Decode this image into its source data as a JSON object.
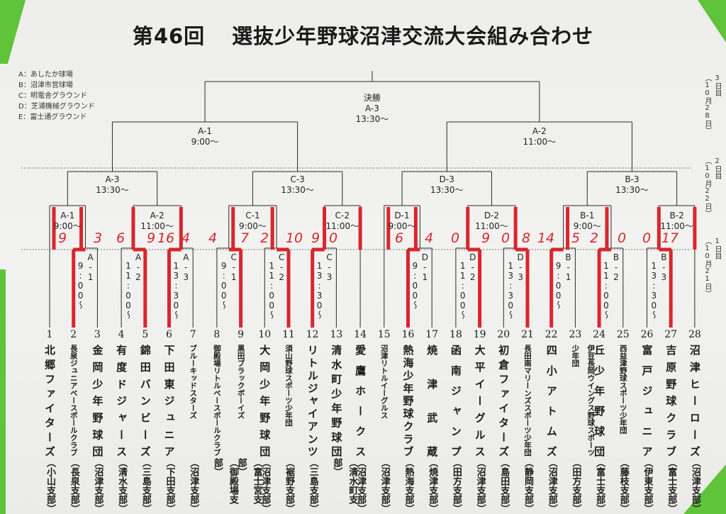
{
  "title": {
    "edition": "第46回",
    "main": "選抜少年野球沼津交流大会組み合わせ"
  },
  "legend": [
    "A：あしたか球場",
    "B：沼津市営球場",
    "C：明電舎グラウンド",
    "D：芝浦機械グラウンド",
    "E：富士通グラウンド"
  ],
  "days": [
    {
      "label": "3日目",
      "date": "（10月28日）"
    },
    {
      "label": "2日目",
      "date": "（10月22日）"
    },
    {
      "label": "1日目",
      "date": "（10月21日）"
    }
  ],
  "final": {
    "name": "決勝",
    "code": "A-3",
    "time": "13:30〜"
  },
  "day3": [
    {
      "code": "A-1",
      "time": "9:00〜"
    },
    {
      "code": "A-2",
      "time": "11:00〜"
    }
  ],
  "day2_round2": [
    {
      "code": "A-3",
      "time": "13:30〜"
    },
    {
      "code": "C-3",
      "time": "13:30〜"
    },
    {
      "code": "D-3",
      "time": "13:30〜"
    },
    {
      "code": "B-3",
      "time": "13:30〜"
    }
  ],
  "day2_round1": [
    {
      "code": "A-1",
      "time": "9:00〜"
    },
    {
      "code": "A-2",
      "time": "11:00〜"
    },
    {
      "code": "C-1",
      "time": "9:00〜"
    },
    {
      "code": "C-2",
      "time": "11:00〜"
    },
    {
      "code": "D-1",
      "time": "9:00〜"
    },
    {
      "code": "D-2",
      "time": "11:00〜"
    },
    {
      "code": "B-1",
      "time": "9:00〜"
    },
    {
      "code": "B-2",
      "time": "11:00〜"
    }
  ],
  "day1": [
    {
      "code": "A-1",
      "time": "9:00〜",
      "teams": [
        2,
        3
      ],
      "winner": 2
    },
    {
      "code": "A-2",
      "time": "11:00〜",
      "teams": [
        4,
        5
      ],
      "winner": 5
    },
    {
      "code": "A-3",
      "time": "13:30〜",
      "teams": [
        6,
        7
      ],
      "winner": 6
    },
    {
      "code": "C-1",
      "time": "9:00〜",
      "teams": [
        8,
        9
      ],
      "winner": 9
    },
    {
      "code": "C-2",
      "time": "11:00〜",
      "teams": [
        10,
        11
      ],
      "winner": 11
    },
    {
      "code": "C-3",
      "time": "13:30〜",
      "teams": [
        12,
        13
      ],
      "winner": 12
    },
    {
      "code": "D-1",
      "time": "9:00〜",
      "teams": [
        16,
        17
      ],
      "winner": 16
    },
    {
      "code": "D-2",
      "time": "11:00〜",
      "teams": [
        18,
        19
      ],
      "winner": 19
    },
    {
      "code": "D-3",
      "time": "13:30〜",
      "teams": [
        20,
        21
      ],
      "winner": 21
    },
    {
      "code": "B-1",
      "time": "9:00〜",
      "teams": [
        22,
        23
      ],
      "winner": 22
    },
    {
      "code": "B-2",
      "time": "11:00〜",
      "teams": [
        24,
        25
      ],
      "winner": 24
    },
    {
      "code": "B-3",
      "time": "13:30〜",
      "teams": [
        26,
        27
      ],
      "winner": 27
    }
  ],
  "handwritten_scores": [
    "9",
    "3",
    "6",
    "9",
    "16",
    "4",
    "4",
    "7",
    "2",
    "10",
    "9",
    "0",
    "6",
    "4",
    "0",
    "9",
    "0",
    "8",
    "14",
    "5",
    "2",
    "0",
    "0",
    "17"
  ],
  "teams": [
    {
      "no": "1",
      "name": "北郷ファイターズ",
      "branch": "（小山支部）"
    },
    {
      "no": "2",
      "name": "長泉ジュニアベースボールクラブ",
      "branch": "（長泉支部）"
    },
    {
      "no": "3",
      "name": "金岡少年野球団",
      "branch": "（沼津支部）"
    },
    {
      "no": "4",
      "name": "有度ドジャース",
      "branch": "（清水支部）"
    },
    {
      "no": "5",
      "name": "錦田バンビーズ",
      "branch": "（三島支部）"
    },
    {
      "no": "6",
      "name": "下田東ジュニア",
      "branch": "（下田支部）"
    },
    {
      "no": "7",
      "name": "ブルーキッドスターズ",
      "branch": "（沼津支部）"
    },
    {
      "no": "8",
      "name": "御殿場リトルベースボールクラブ",
      "branch": "（御殿場支部）"
    },
    {
      "no": "9",
      "name": "黒田ブラックボーイズ",
      "branch": "（富士宮支部）"
    },
    {
      "no": "10",
      "name": "大岡少年野球団",
      "branch": "（沼津支部）"
    },
    {
      "no": "11",
      "name": "須山野球スポーツ少年団",
      "branch": "（裾野支部）"
    },
    {
      "no": "12",
      "name": "リトルジャイアンツ",
      "branch": "（三島支部）"
    },
    {
      "no": "13",
      "name": "清水町少年野球団",
      "branch": "（清水町支部）"
    },
    {
      "no": "14",
      "name": "愛鷹ホークス",
      "branch": "（沼津支部）"
    },
    {
      "no": "15",
      "name": "沼津リトルイーグルス",
      "branch": "（沼津支部）"
    },
    {
      "no": "16",
      "name": "熱海少年野球クラブ",
      "branch": "（熱海支部）"
    },
    {
      "no": "17",
      "name": "焼津武蔵",
      "branch": "（焼津支部）"
    },
    {
      "no": "18",
      "name": "函南ジャンプ",
      "branch": "（田方支部）"
    },
    {
      "no": "19",
      "name": "大平イーグルス",
      "branch": "（沼津支部）"
    },
    {
      "no": "20",
      "name": "初倉ファイターズ",
      "branch": "（島田支部）"
    },
    {
      "no": "21",
      "name": "長田南マリーンズスポーツ少年団",
      "branch": "（静岡支部）"
    },
    {
      "no": "22",
      "name": "四小アトムズ",
      "branch": "（沼津支部）"
    },
    {
      "no": "23",
      "name": "伊豆長岡ウイングス野球スポーツ少年団",
      "branch": "（田方支部）"
    },
    {
      "no": "24",
      "name": "丘少年野球団",
      "branch": "（富士支部）"
    },
    {
      "no": "25",
      "name": "西益津野球スポーツ少年団",
      "branch": "（藤枝支部）"
    },
    {
      "no": "26",
      "name": "富戸ジュニア",
      "branch": "（伊東支部）"
    },
    {
      "no": "27",
      "name": "吉原野球クラブ",
      "branch": "（富士支部）"
    },
    {
      "no": "28",
      "name": "沼津ヒーローズ",
      "branch": "（沼津支部）"
    }
  ],
  "colors": {
    "line": "#2a2a2a",
    "marker": "#d9262e",
    "tape": "#5fc43a",
    "paper": "#f0f0ee"
  }
}
